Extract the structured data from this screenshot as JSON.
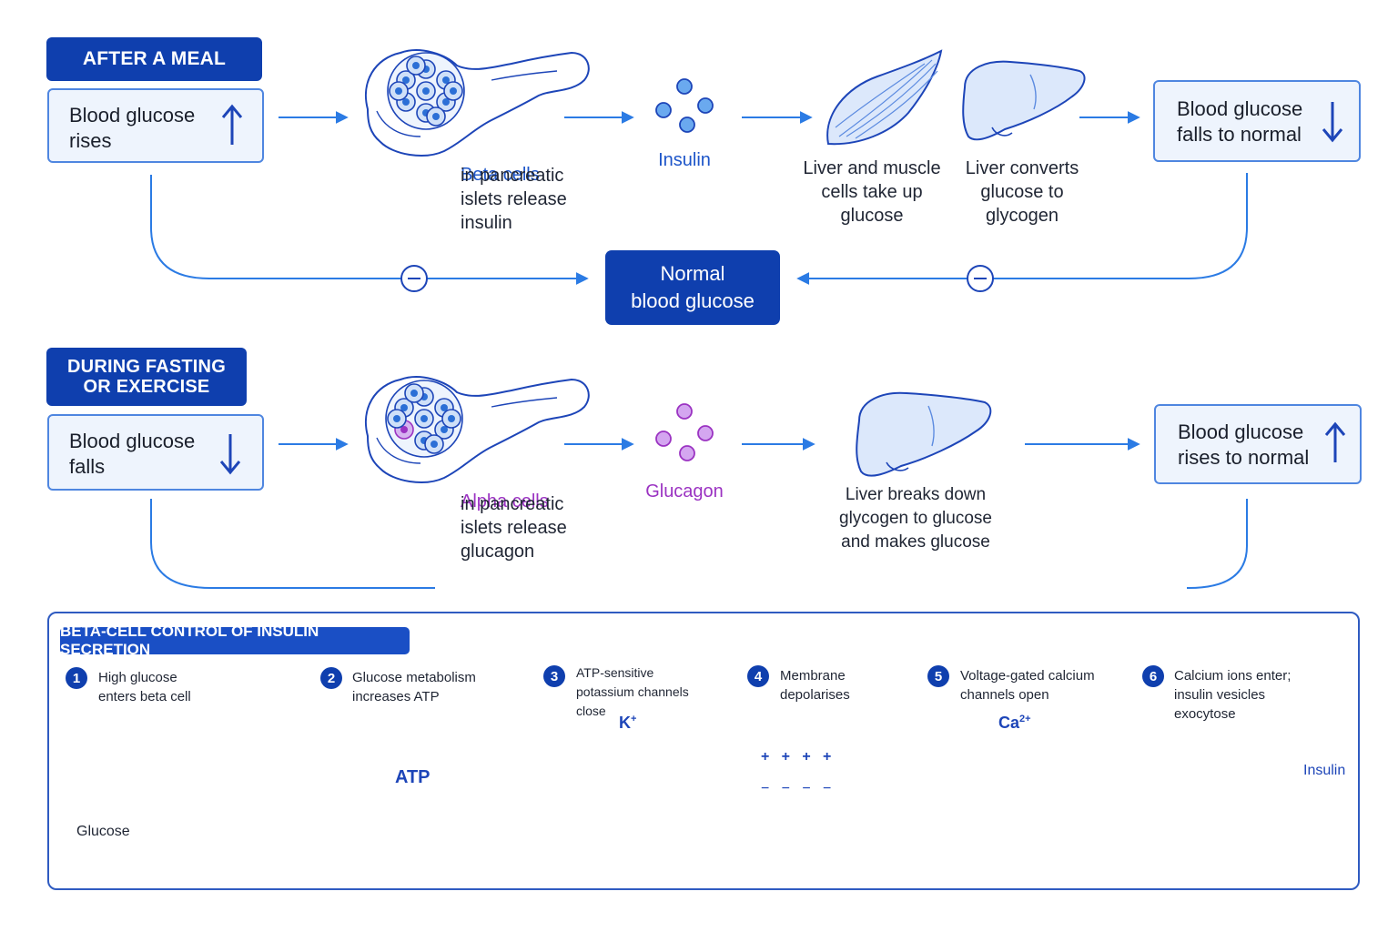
{
  "colors": {
    "navy": "#0f3fae",
    "accent_blue": "#2b7be4",
    "light_fill": "#eef4fd",
    "box_border": "#4f86e0",
    "beta_highlight": "#1d55c9",
    "alpha_highlight": "#9b33c2",
    "channel_purple": "#a66ee0"
  },
  "meal": {
    "header": "AFTER A MEAL",
    "start_box": "Blood glucose\nrises",
    "start_arrow_icon": "up-arrow-icon",
    "beta_label": "Beta cells",
    "beta_text": "in pancreatic\nislets release\ninsulin",
    "hormone_label": "Insulin",
    "muscle_text": "Liver and muscle\ncells take up\nglucose",
    "liver_text": "Liver converts\nglucose to\nglycogen",
    "end_box": "Blood glucose\nfalls to normal",
    "end_arrow_icon": "down-arrow-icon"
  },
  "normal": {
    "line1": "Normal",
    "line2": "blood glucose",
    "feedback_symbol": "−"
  },
  "fasting": {
    "header": "DURING FASTING\nOR EXERCISE",
    "start_box": "Blood glucose\nfalls",
    "start_arrow_icon": "down-arrow-icon",
    "alpha_label": "Alpha cells",
    "alpha_text": "in pancreatic\nislets release\nglucagon",
    "hormone_label": "Glucagon",
    "liver_text": "Liver breaks down\nglycogen to glucose\nand makes glucose",
    "end_box": "Blood glucose\nrises to normal",
    "end_arrow_icon": "up-arrow-icon"
  },
  "beta_control": {
    "header": "BETA-CELL CONTROL OF INSULIN SECRETION",
    "steps": [
      {
        "num": "1",
        "text": "High glucose\nenters beta cell"
      },
      {
        "num": "2",
        "text": "Glucose metabolism\nincreases ATP"
      },
      {
        "num": "3",
        "text": "ATP-sensitive\npotassium channels\nclose"
      },
      {
        "num": "4",
        "text": "Membrane\ndepolarises"
      },
      {
        "num": "5",
        "text": "Voltage-gated calcium\nchannels open"
      },
      {
        "num": "6",
        "text": "Calcium ions enter;\ninsulin vesicles\nexocytose"
      }
    ],
    "glucose_label": "Glucose",
    "atp_label": "ATP",
    "k_label": "K",
    "k_charge": "+",
    "ca_label": "Ca",
    "ca_charge": "2+",
    "plus_signs": "+   +   +   +",
    "minus_signs": "−   −   −   −",
    "insulin_label": "Insulin"
  }
}
